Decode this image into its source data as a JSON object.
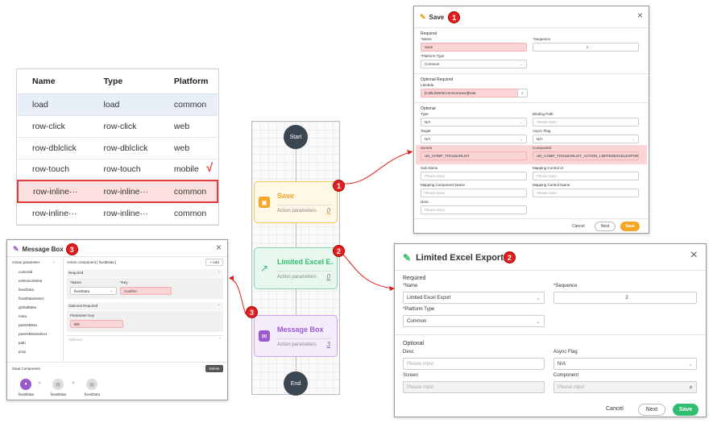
{
  "event_table": {
    "headers": [
      "Name",
      "Type",
      "Platform"
    ],
    "rows": [
      [
        "load",
        "load",
        "common"
      ],
      [
        "row-click",
        "row-click",
        "web"
      ],
      [
        "row-dblclick",
        "row-dblclick",
        "web"
      ],
      [
        "row-touch",
        "row-touch",
        "mobile"
      ],
      [
        "row-inline···",
        "row-inline···",
        "common"
      ],
      [
        "row-inline···",
        "row-inline···",
        "common"
      ]
    ],
    "check_mark": "√"
  },
  "flow": {
    "start": "Start",
    "end": "End",
    "nodes": [
      {
        "title": "Save",
        "param_label": "Action parameters",
        "count": "0",
        "color": "#f5a623"
      },
      {
        "title": "Limited Excel E...",
        "param_label": "Action parameters",
        "count": "0",
        "color": "#2fbf71"
      },
      {
        "title": "Message Box",
        "param_label": "Action parameters",
        "count": "3",
        "color": "#9b59d0"
      }
    ]
  },
  "badges": {
    "one": "1",
    "two": "2",
    "three": "3"
  },
  "save_dialog": {
    "title": "Save",
    "required": "Required",
    "name_label": "*Name",
    "name_value": "Save",
    "sequence_label": "*Sequence",
    "sequence_value": "1",
    "platform_label": "*Platform Type",
    "platform_value": "Common",
    "opt_required": "Optional Required",
    "lambda_label": "Lambda",
    "lambda_value": "[CallLibWebCommonSave]Data",
    "optional": "Optional",
    "type_label": "Type",
    "type_value": "N/A",
    "binding_label": "Binding Path",
    "binding_ph": "Please input",
    "target_label": "Target",
    "target_value": "N/A",
    "async_label": "Async Flag",
    "async_value": "N/A",
    "screen_label": "Screen",
    "screen_value": "UD_COMP_TOOLBARLIST",
    "component_label": "Component",
    "component_value": "UD_COMP_TOOLBARLIST_ACTION_LIMITEDEXCELEXPORT_SAVE",
    "subname_label": "Sub Name",
    "subname_ph": "Please input",
    "mapcontrolid_label": "Mapping Control Id",
    "mapcontrolid_ph": "Please input",
    "mapcompname_label": "Mapping Component Name",
    "mapcompname_ph": "Please input",
    "mapcontrolname_label": "Mapping Control Name",
    "mapcontrolname_ph": "Please input",
    "desc_label": "Desc",
    "desc_ph": "Please input",
    "cancel": "Cancel",
    "next": "Next",
    "save": "Save"
  },
  "excel_dialog": {
    "title": "Limited Excel Export",
    "required": "Required",
    "name_label": "*Name",
    "name_value": "Limited Excel Export",
    "sequence_label": "*Sequence",
    "sequence_value": "2",
    "platform_label": "*Platform Type",
    "platform_value": "Common",
    "optional": "Optional",
    "desc_label": "Desc",
    "desc_ph": "Please input",
    "async_label": "Async Flag",
    "async_value": "N/A",
    "screen_label": "Screen",
    "screen_ph": "Please input",
    "component_label": "Component",
    "component_ph": "Please input",
    "cancel": "Cancel",
    "next": "Next",
    "save": "Save"
  },
  "msg_dialog": {
    "title": "Message Box",
    "action_param": "Action parameter",
    "left_items": [
      "controlId",
      "extensionMeta",
      "fixedData",
      "fixedDataSelect",
      "globalMeta",
      "meta",
      "parentMeta",
      "parentMetaSelect",
      "path",
      "prop"
    ],
    "component_header": "Action component [ fixedData ]",
    "add": "+ Add",
    "required": "Required",
    "name_label": "*Name",
    "name_value": "fixedData",
    "key_label": "*Key",
    "key_value": "Confirm",
    "opt_required": "Optional Required",
    "param_key_label": "Parameter Key",
    "param_key_value": "title",
    "optional": "Optional",
    "save_component": "Save Component",
    "delete": "Delete",
    "chips": [
      "fixedData",
      "fixedData",
      "fixedData"
    ]
  },
  "colors": {
    "red": "#e02020",
    "orange": "#f5a623",
    "green": "#2fbf71",
    "purple": "#9b59d0"
  }
}
